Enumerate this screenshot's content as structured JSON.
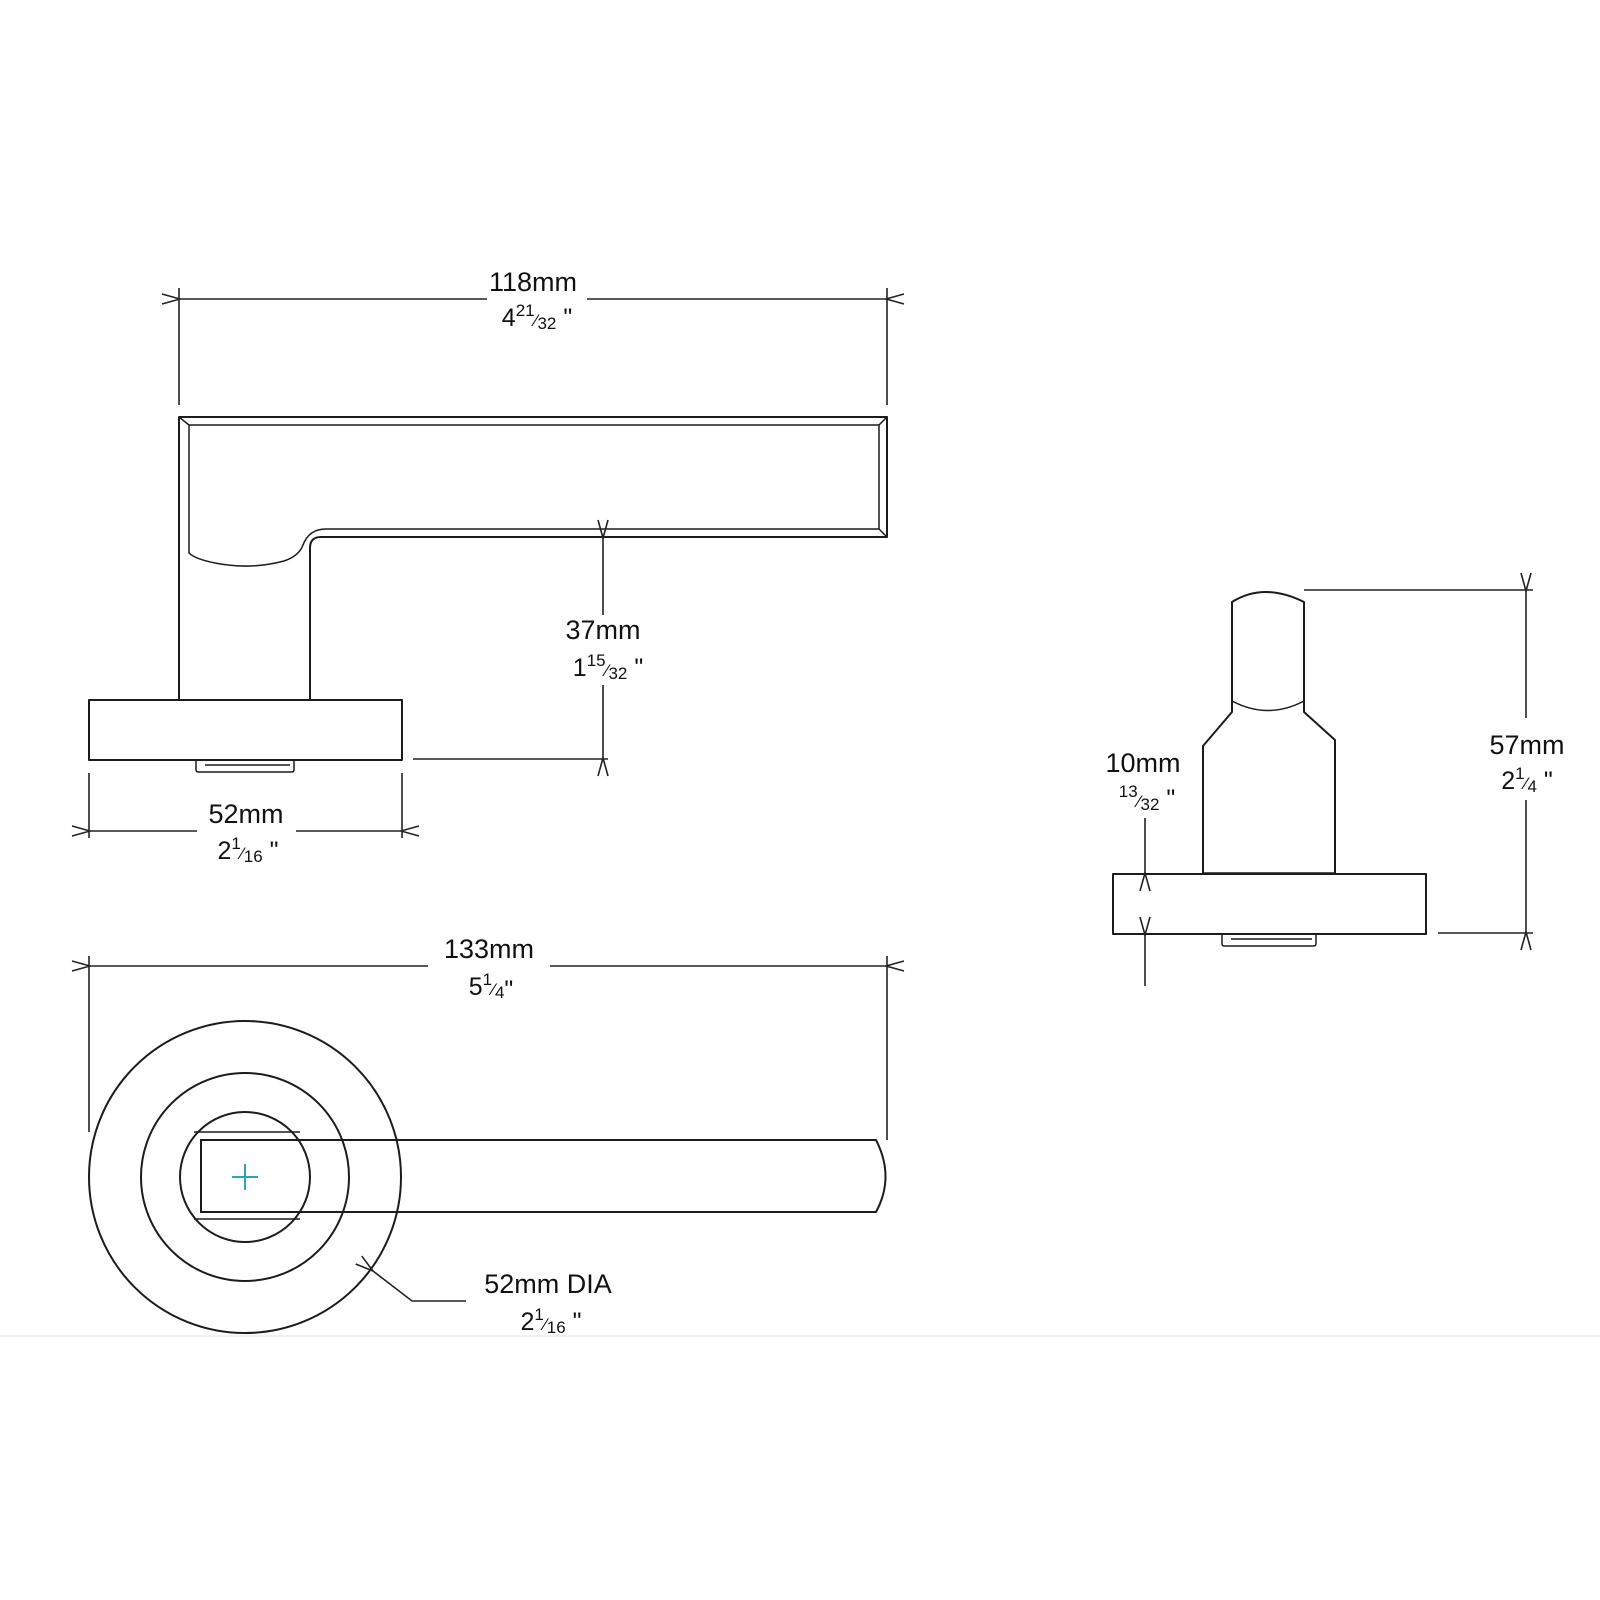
{
  "dimensions": {
    "lever_length": {
      "metric": "118mm",
      "whole": "4",
      "num": "21",
      "den": "32",
      "mark": "\""
    },
    "lever_height": {
      "metric": "37mm",
      "whole": "1",
      "num": "15",
      "den": "32",
      "mark": "\""
    },
    "rose_width_side": {
      "metric": "52mm",
      "whole": "2",
      "num": "1",
      "den": "16",
      "mark": "\""
    },
    "overall_length": {
      "metric": "133mm",
      "whole": "5",
      "num": "1",
      "den": "4",
      "mark": "\""
    },
    "rose_diameter": {
      "metric": "52mm DIA",
      "whole": "2",
      "num": "1",
      "den": "16",
      "mark": "\""
    },
    "rose_thickness": {
      "metric": "10mm",
      "whole": "",
      "num": "13",
      "den": "32",
      "mark": "\""
    },
    "projection": {
      "metric": "57mm",
      "whole": "2",
      "num": "1",
      "den": "4",
      "mark": "\""
    }
  },
  "colors": {
    "line": "#1c1c1c",
    "center_mark": "#2aa6b4"
  }
}
